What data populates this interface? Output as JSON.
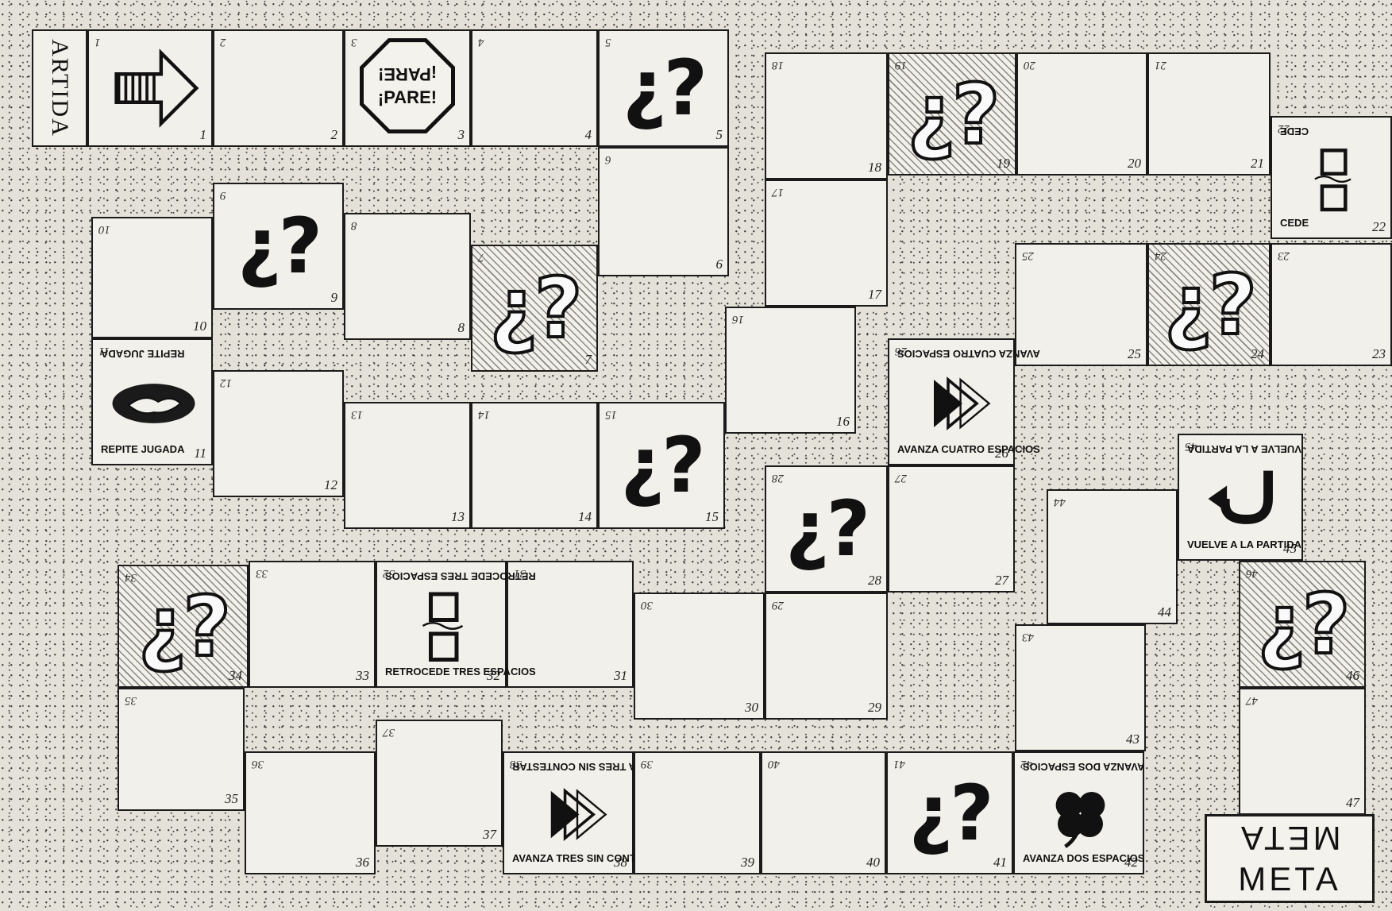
{
  "board": {
    "start_label": "ARTIDA",
    "finish_labels": {
      "mirrored": "META",
      "upright": "META"
    },
    "stop_text": "¡PARE!",
    "question_text": "¿?",
    "special_labels": {
      "repeat": "REPITE JUGADA",
      "advance_four": "AVANZA CUATRO ESPACIOS",
      "go_back_three": "RETROCEDE TRES ESPACIOS",
      "advance_three": "AVANZA TRES SIN CONTESTAR",
      "advance_two": "AVANZA DOS ESPACIOS",
      "return_start": "VUELVE A LA PARTIDA",
      "yield_three": "CEDE"
    },
    "squares": [
      {
        "n": "1",
        "type": "arrow-forward"
      },
      {
        "n": "2",
        "type": "plain"
      },
      {
        "n": "3",
        "type": "stop"
      },
      {
        "n": "4",
        "type": "plain"
      },
      {
        "n": "5",
        "type": "question"
      },
      {
        "n": "6",
        "type": "plain"
      },
      {
        "n": "7",
        "type": "question-hatched"
      },
      {
        "n": "8",
        "type": "plain"
      },
      {
        "n": "9",
        "type": "question"
      },
      {
        "n": "10",
        "type": "plain"
      },
      {
        "n": "11",
        "type": "repeat"
      },
      {
        "n": "12",
        "type": "plain"
      },
      {
        "n": "13",
        "type": "plain"
      },
      {
        "n": "14",
        "type": "plain"
      },
      {
        "n": "15",
        "type": "question"
      },
      {
        "n": "16",
        "type": "plain"
      },
      {
        "n": "17",
        "type": "plain"
      },
      {
        "n": "18",
        "type": "plain"
      },
      {
        "n": "19",
        "type": "question-hatched"
      },
      {
        "n": "20",
        "type": "plain"
      },
      {
        "n": "21",
        "type": "plain"
      },
      {
        "n": "22",
        "type": "yield"
      },
      {
        "n": "23",
        "type": "plain"
      },
      {
        "n": "24",
        "type": "question-hatched"
      },
      {
        "n": "25",
        "type": "plain"
      },
      {
        "n": "26",
        "type": "advance-four"
      },
      {
        "n": "27",
        "type": "plain"
      },
      {
        "n": "28",
        "type": "question"
      },
      {
        "n": "29",
        "type": "plain"
      },
      {
        "n": "30",
        "type": "plain"
      },
      {
        "n": "31",
        "type": "plain"
      },
      {
        "n": "32",
        "type": "go-back-three"
      },
      {
        "n": "33",
        "type": "plain"
      },
      {
        "n": "34",
        "type": "question-hatched"
      },
      {
        "n": "35",
        "type": "plain"
      },
      {
        "n": "36",
        "type": "plain"
      },
      {
        "n": "37",
        "type": "plain"
      },
      {
        "n": "38",
        "type": "advance-three"
      },
      {
        "n": "39",
        "type": "plain"
      },
      {
        "n": "40",
        "type": "plain"
      },
      {
        "n": "41",
        "type": "question"
      },
      {
        "n": "42",
        "type": "advance-two"
      },
      {
        "n": "43",
        "type": "plain"
      },
      {
        "n": "44",
        "type": "plain"
      },
      {
        "n": "45",
        "type": "return-start"
      },
      {
        "n": "46",
        "type": "question-hatched"
      },
      {
        "n": "47",
        "type": "plain"
      }
    ]
  }
}
